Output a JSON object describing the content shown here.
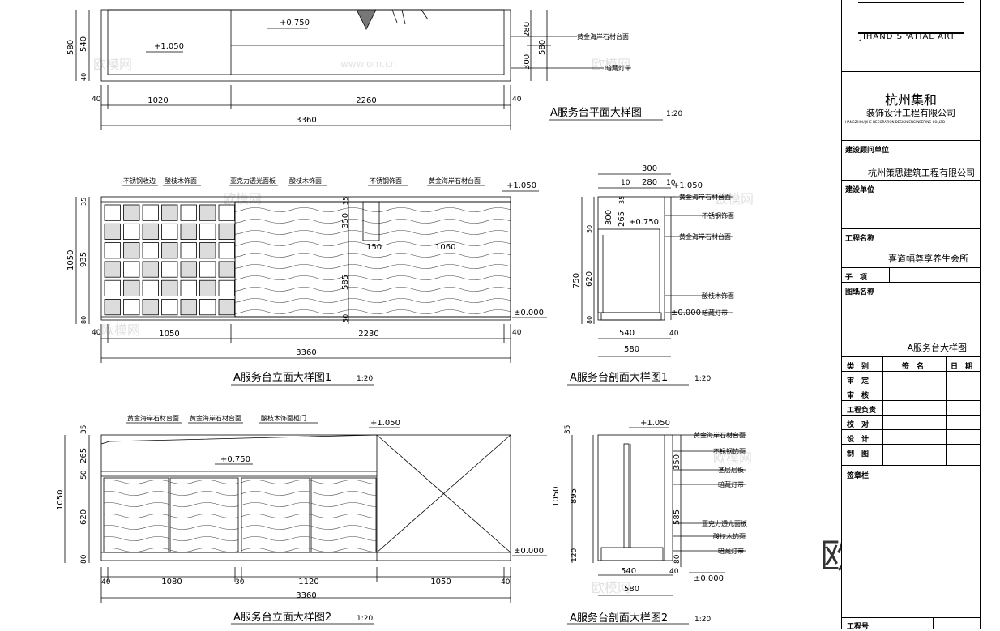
{
  "plan": {
    "title": "A服务台平面大样图",
    "scale": "1:20",
    "levels": [
      "+1.050",
      "+0.750"
    ],
    "dims_bottom": [
      "40",
      "1020",
      "2260",
      "40"
    ],
    "dim_total": "3360",
    "dims_left": [
      "580",
      "540",
      "40"
    ],
    "dims_right": [
      "280",
      "300",
      "580"
    ],
    "notes": [
      "黄金海岸石材台面",
      "暗藏灯带"
    ]
  },
  "elev1": {
    "title": "A服务台立面大样图1",
    "scale": "1:20",
    "notes": [
      "不锈钢收边",
      "酸枝木饰面",
      "亚克力透光面板",
      "酸枝木饰面",
      "不锈钢饰面",
      "黄金海岸石材台面"
    ],
    "level_top": "+1.050",
    "level_bottom": "±0.000",
    "dims_left": [
      "1050",
      "935",
      "35",
      "80"
    ],
    "dims_inner": [
      "35",
      "350",
      "150",
      "1060",
      "585",
      "50"
    ],
    "dims_bottom": [
      "40",
      "1050",
      "2230",
      "40"
    ],
    "dim_total": "3360"
  },
  "sect1": {
    "title": "A服务台剖面大样图1",
    "scale": "1:20",
    "dims_top": [
      "300",
      "10",
      "280",
      "10"
    ],
    "dims_left": [
      "750",
      "620",
      "300",
      "265",
      "35",
      "50",
      "80"
    ],
    "levels": [
      "+1.050",
      "+0.750",
      "±0.000"
    ],
    "notes": [
      "黄金海岸石材台面",
      "不锈钢饰面",
      "黄金海岸石材台面",
      "酸枝木饰面",
      "暗藏灯带"
    ],
    "dims_bottom": [
      "540",
      "40",
      "580"
    ]
  },
  "elev2": {
    "title": "A服务台立面大样图2",
    "scale": "1:20",
    "notes": [
      "黄金海岸石材台面",
      "黄金海岸石材台面",
      "酸枝木饰面柜门"
    ],
    "levels": [
      "+1.050",
      "+0.750",
      "±0.000"
    ],
    "dims_left": [
      "35",
      "265",
      "50",
      "1050",
      "620",
      "80"
    ],
    "dims_bottom": [
      "40",
      "1080",
      "30",
      "1120",
      "1050",
      "40"
    ],
    "dim_total": "3360"
  },
  "sect2": {
    "title": "A服务台剖面大样图2",
    "scale": "1:20",
    "levels": [
      "+1.050",
      "±0.000"
    ],
    "dims_left": [
      "35",
      "1050",
      "895",
      "120"
    ],
    "dims_inner": [
      "350",
      "585",
      "80"
    ],
    "notes": [
      "黄金海岸石材台面",
      "不锈钢饰面",
      "基层层板",
      "暗藏灯带",
      "亚克力透光面板",
      "酸枝木饰面",
      "暗藏灯带"
    ],
    "dims_bottom": [
      "540",
      "40",
      "580"
    ]
  },
  "titleblock": {
    "logo_text": "JIHAND SPATIAL ART",
    "company": "杭州集和",
    "company_sub": "装饰设计工程有限公司",
    "company_en": "HANGZHOU JIHE DECORATION DESIGN ENGINEERING CO.,LTD",
    "consultant_label": "建设顾问单位",
    "consultant": "杭州策思建筑工程有限公司",
    "client_label": "建设单位",
    "project_label": "工程名称",
    "project": "喜道幅尊享养生会所",
    "sub_label": "子　项",
    "drawing_label": "图纸名称",
    "drawing_name": "A服务台大样图",
    "table_header": [
      "类　别",
      "签　名",
      "日　期"
    ],
    "roles": [
      "审　定",
      "审　核",
      "工程负责",
      "校　对",
      "设　计",
      "制　图"
    ],
    "sign_label": "签章栏",
    "project_no_label": "工程号"
  },
  "watermark": {
    "brand": "欧模网",
    "url": "www.om.cn"
  }
}
